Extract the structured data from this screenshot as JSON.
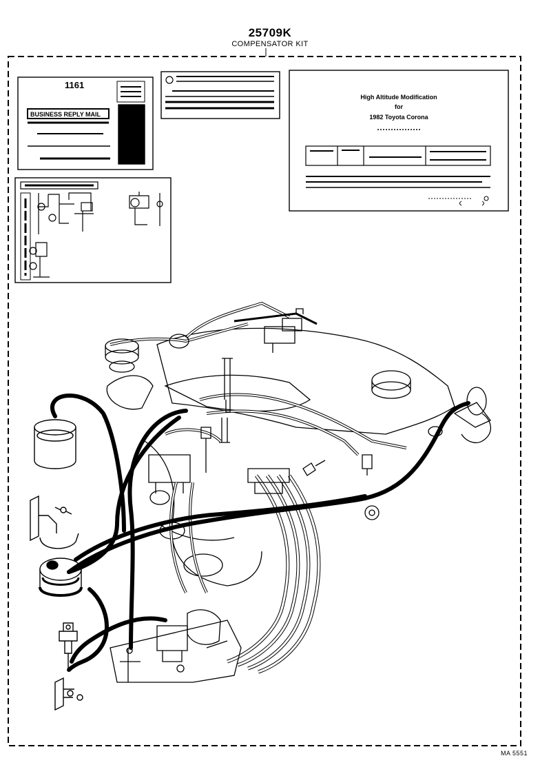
{
  "header": {
    "part_number": "25709K",
    "part_name": "COMPENSATOR KIT"
  },
  "labels": {
    "label_card": {
      "code": "1161",
      "reply_text": "BUSINESS REPLY MAIL"
    },
    "modification_card": {
      "title_line1": "High Altitude Modification",
      "title_line2": "for",
      "title_line3": "1982 Toyota Corona"
    }
  },
  "footer": {
    "drawing_ref": "MA 5551"
  }
}
